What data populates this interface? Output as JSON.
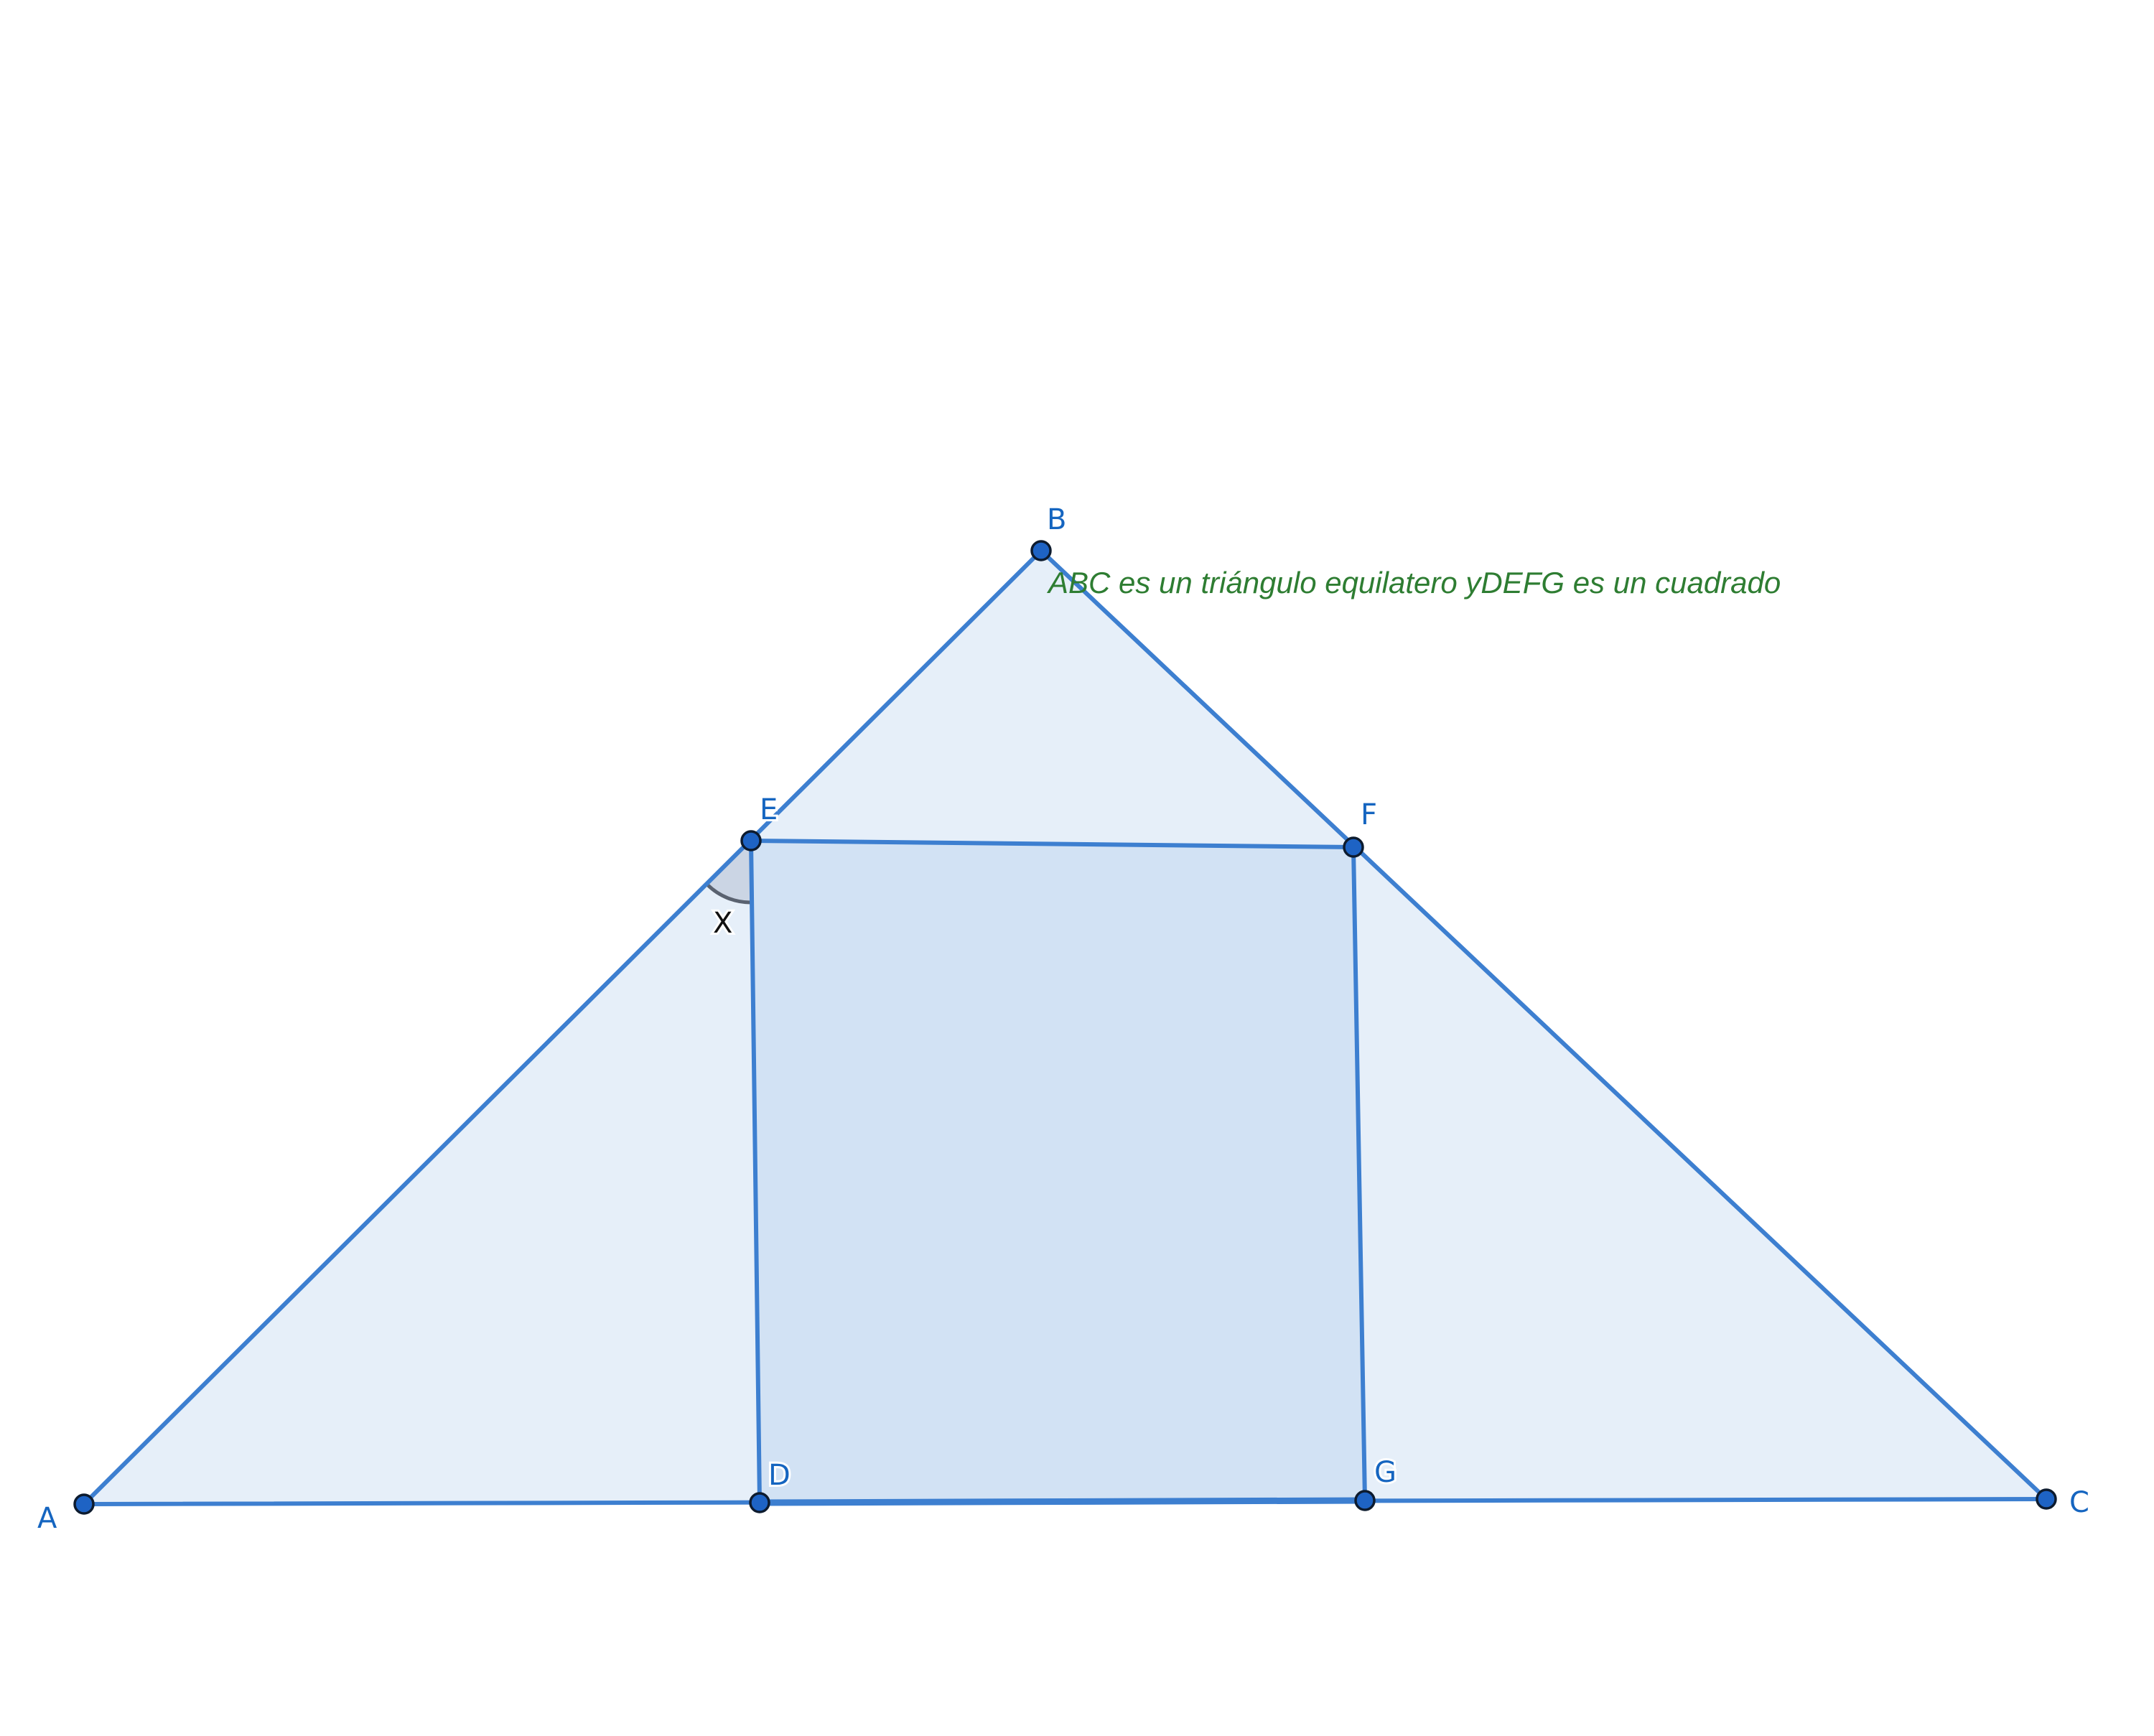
{
  "figure": {
    "caption": "ABC es un triángulo equilatero yDEFG es un cuadrado",
    "angle_label": "X",
    "points": [
      {
        "name": "A",
        "label": "A"
      },
      {
        "name": "B",
        "label": "B"
      },
      {
        "name": "C",
        "label": "C"
      },
      {
        "name": "D",
        "label": "D"
      },
      {
        "name": "E",
        "label": "E"
      },
      {
        "name": "F",
        "label": "F"
      },
      {
        "name": "G",
        "label": "G"
      }
    ],
    "triangle": [
      "A",
      "B",
      "C"
    ],
    "square": [
      "D",
      "E",
      "F",
      "G"
    ],
    "colors": {
      "stroke": "#3d7fd0",
      "triangle_fill": "#e6eff9",
      "square_fill": "#d2e2f4",
      "point_fill": "#1e63c4",
      "point_stroke": "#0d1b2e",
      "label": "#1565c0",
      "caption": "#2e7d32",
      "angle_fill": "#c4cede",
      "angle_stroke": "#5a6270"
    }
  }
}
